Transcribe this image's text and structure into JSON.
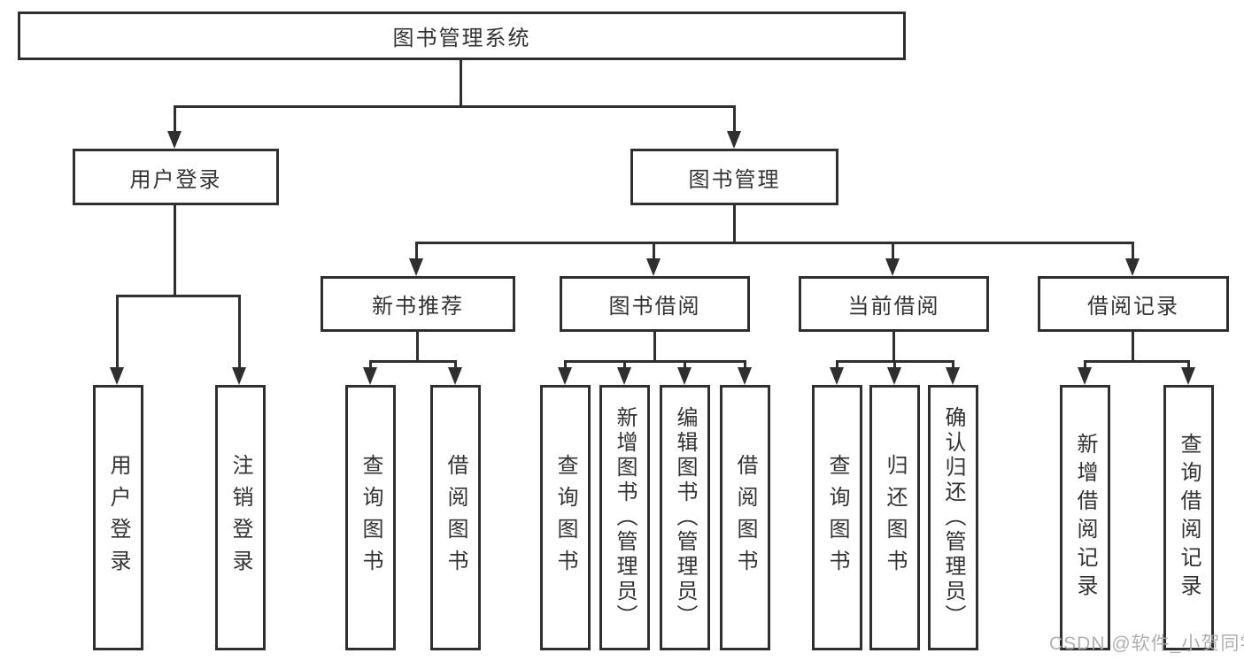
{
  "diagram": {
    "root": {
      "label": "图书管理系统"
    },
    "branches": [
      {
        "label": "用户登录",
        "children": [
          {
            "label": "用户登录"
          },
          {
            "label": "注销登录"
          }
        ]
      },
      {
        "label": "图书管理",
        "children": [
          {
            "label": "新书推荐",
            "children": [
              {
                "label": "查询图书"
              },
              {
                "label": "借阅图书"
              }
            ]
          },
          {
            "label": "图书借阅",
            "children": [
              {
                "label": "查询图书"
              },
              {
                "label": "新增图书（管理员）"
              },
              {
                "label": "编辑图书（管理员）"
              },
              {
                "label": "借阅图书"
              }
            ]
          },
          {
            "label": "当前借阅",
            "children": [
              {
                "label": "查询图书"
              },
              {
                "label": "归还图书"
              },
              {
                "label": "确认归还（管理员）"
              }
            ]
          },
          {
            "label": "借阅记录",
            "children": [
              {
                "label": "新增借阅记录"
              },
              {
                "label": "查询借阅记录"
              }
            ]
          }
        ]
      }
    ],
    "watermark": "CSDN @软件_小贺同学",
    "colors": {
      "line": "#2f2f2f",
      "text": "#333333",
      "background": "#ffffff",
      "watermark": "#a9a9a9"
    }
  }
}
